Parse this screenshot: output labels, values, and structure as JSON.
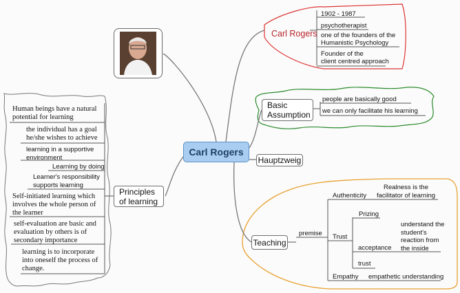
{
  "central": "Carl Rogers",
  "carl_rogers": {
    "label": "Carl Rogers",
    "facts": [
      "1902 - 1987",
      "psychotherapist",
      "one of the founders of the",
      "Humanistic Psychology",
      "Founder of the",
      "client centred approach"
    ]
  },
  "basic_assumption": {
    "label_line1": "Basic",
    "label_line2": "Assumption",
    "items": [
      "people are basically good",
      "we can only facilitate his learning"
    ]
  },
  "hauptzweig": "Hauptzweig",
  "principles": {
    "label_line1": "Principles",
    "label_line2": "of learning",
    "items": [
      [
        "Human beings have a natural",
        "potential for learning"
      ],
      [
        "the individual has a goal",
        "he/she wishes to achieve"
      ],
      [
        "learning in a supportive",
        "environment"
      ],
      [
        "Learning by doing"
      ],
      [
        "Learner's responsibility",
        "supports learning"
      ],
      [
        "Self-initiated learning which",
        "involves the whole person of",
        "the learner"
      ],
      [
        "self-evaluation are basic and",
        "evaluation by others is of",
        "secondary importance"
      ],
      [
        "learning is to incorporate",
        "into oneself the process of",
        "change."
      ]
    ]
  },
  "teaching": {
    "label": "Teaching",
    "premise": "premise",
    "authenticity": "Authenticity",
    "realness": [
      "Realness is the",
      "facilitator of learning"
    ],
    "trust": "Trust",
    "prizing": "Prizing",
    "acceptance": "acceptance",
    "understand": [
      "understand the",
      "student's",
      "reaction from",
      "the inside"
    ],
    "trust_sub": "trust",
    "empathy": "Empathy",
    "empathetic": "empathetic understanding"
  }
}
